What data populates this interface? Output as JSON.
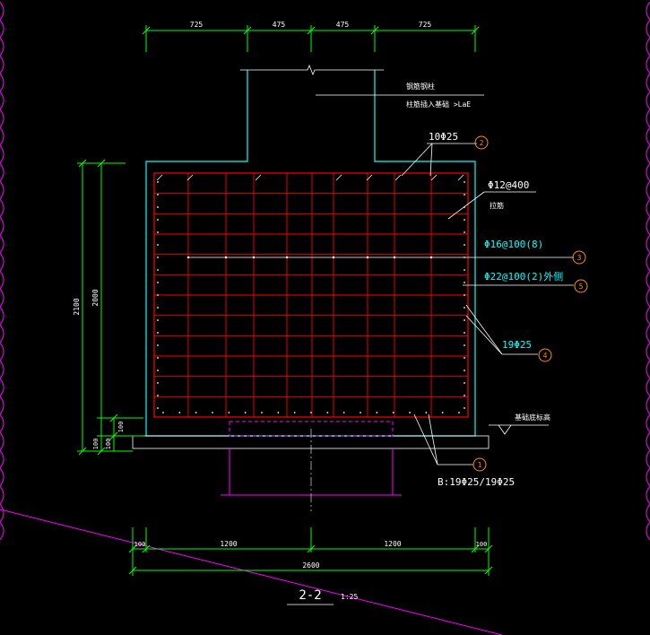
{
  "drawing": {
    "top_dims": [
      "725",
      "475",
      "475",
      "725"
    ],
    "left_dims": {
      "outer": "2100",
      "inner": "2000",
      "bottom_a": "100",
      "bottom_b": "100",
      "bottom_c": "100"
    },
    "bottom_dims": {
      "left": "100",
      "mid_left": "1200",
      "mid_right": "1200",
      "right": "100",
      "total": "2600"
    },
    "column_note_1": "钢筋钢柱",
    "column_note_2": "柱筋插入基础 >LaE",
    "callout_2_rebar": "10Φ25",
    "callout_2_num": "2",
    "rebar_tie": "Φ12@400",
    "rebar_tie_note": "拉筋",
    "rebar_3": "Φ16@100(8)",
    "callout_3_num": "3",
    "rebar_5": "Φ22@100(2)外侧",
    "callout_5_num": "5",
    "rebar_4": "19Φ25",
    "callout_4_num": "4",
    "rebar_1": "B:19Φ25/19Φ25",
    "callout_1_num": "1",
    "base_note": "基础底标高",
    "section_title": "2-2",
    "section_scale": "1:25"
  },
  "colors": {
    "background": "#000000",
    "dimension": "#00ff00",
    "concrete": "#00ffff",
    "rebar": "#ff0000",
    "callout": "#ff8c00",
    "text": "#ffffff",
    "pile": "#ff00ff"
  }
}
